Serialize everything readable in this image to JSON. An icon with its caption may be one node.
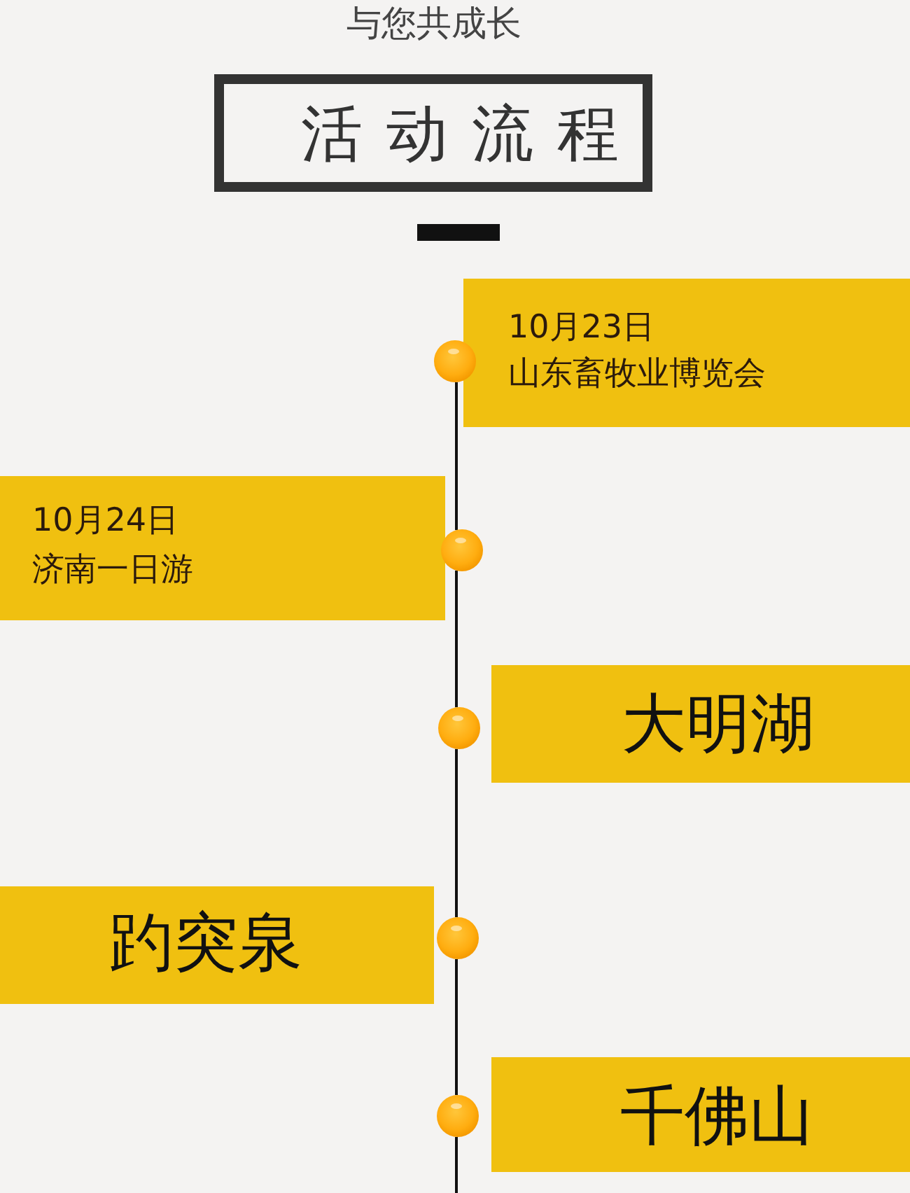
{
  "diagram": {
    "nodes": [
      {
        "text": [
          "活动流程"
        ]
      },
      {
        "text": [
          "10月23日",
          "山东畜牧业博览会"
        ]
      },
      {
        "text": [
          "10月24日",
          "济南一日游"
        ]
      },
      {
        "text": [
          "大明湖"
        ]
      },
      {
        "text": [
          "趵突泉"
        ]
      },
      {
        "text": [
          "千佛山"
        ]
      },
      {
        "text": [],
        "shape": "circle"
      },
      {
        "text": [],
        "shape": "circle"
      },
      {
        "text": [],
        "shape": "circle"
      },
      {
        "text": [],
        "shape": "circle"
      },
      {
        "text": [],
        "shape": "circle"
      }
    ],
    "edges": [
      {
        "from": 6,
        "to": 7,
        "arrow": "none"
      },
      {
        "from": 7,
        "to": 8,
        "arrow": "none"
      },
      {
        "from": 8,
        "to": 9,
        "arrow": "none"
      },
      {
        "from": 9,
        "to": 10,
        "arrow": "none"
      },
      {
        "from": 10,
        "to": null,
        "arrow": "none"
      }
    ],
    "labels": [
      "与您共成长"
    ]
  }
}
